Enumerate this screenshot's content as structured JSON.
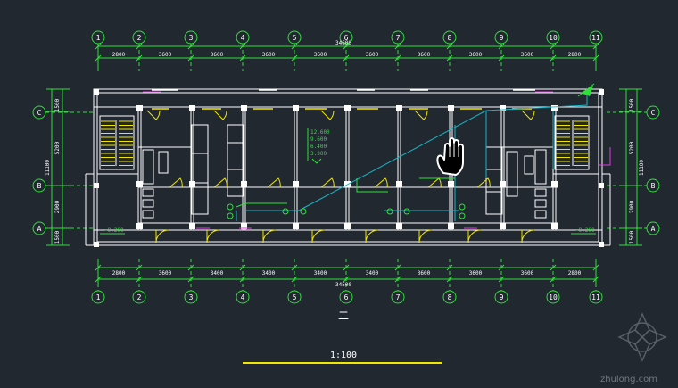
{
  "drawing": {
    "grid_axes_vertical": [
      "1",
      "2",
      "3",
      "4",
      "5",
      "6",
      "7",
      "8",
      "9",
      "10",
      "11"
    ],
    "grid_axes_horizontal": [
      "C",
      "B",
      "A"
    ],
    "top_dimensions": [
      "2800",
      "3600",
      "3600",
      "3600",
      "3600",
      "3600",
      "3600",
      "3600",
      "3600",
      "2800"
    ],
    "top_total": "34600",
    "bottom_dimensions": [
      "2800",
      "3600",
      "3400",
      "3400",
      "3400",
      "3400",
      "3600",
      "3600",
      "3600",
      "2800"
    ],
    "bottom_total": "34500",
    "left_dimensions": [
      "1500",
      "5200",
      "2900",
      "1500"
    ],
    "left_total": "11100",
    "right_dimensions": [
      "1500",
      "5200",
      "2900",
      "1500"
    ],
    "right_total": "11100",
    "level_marks": [
      "12.600",
      "9.600",
      "6.400",
      "3.300"
    ],
    "left_level": "-0.200",
    "right_level": "-0.200",
    "sheet_mark": "二",
    "scale": "1:100",
    "watermark": "zhulong.com"
  },
  "colors": {
    "background": "#212830",
    "grid": "#2fe03a",
    "walls": "#ffffff",
    "doors": "#f2e600",
    "pipes": "#17b6c9",
    "magenta": "#e43ae4"
  }
}
